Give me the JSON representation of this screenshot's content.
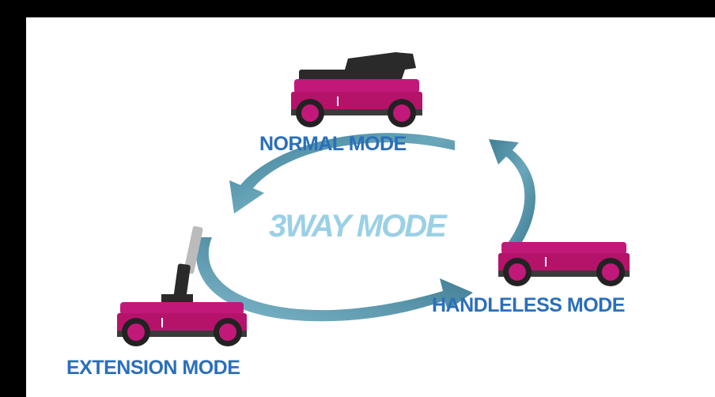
{
  "colors": {
    "frame": "#000000",
    "background": "#ffffff",
    "vehicle_body": "#b5136a",
    "vehicle_dark": "#2a2a2a",
    "arrow": "#4f8da2",
    "label_blue": "#2a6fba",
    "center_text": "#9bd0e6"
  },
  "center": {
    "label": "3WAY MODE"
  },
  "modes": [
    {
      "id": "normal",
      "label": "NORMAL MODE",
      "vehicle_icon": "cart-with-handle-icon"
    },
    {
      "id": "handleless",
      "label": "HANDLELESS MODE",
      "vehicle_icon": "cart-no-handle-icon"
    },
    {
      "id": "extension",
      "label": "EXTENSION MODE",
      "vehicle_icon": "cart-extension-pole-icon"
    }
  ],
  "cycle_arrows": 3
}
